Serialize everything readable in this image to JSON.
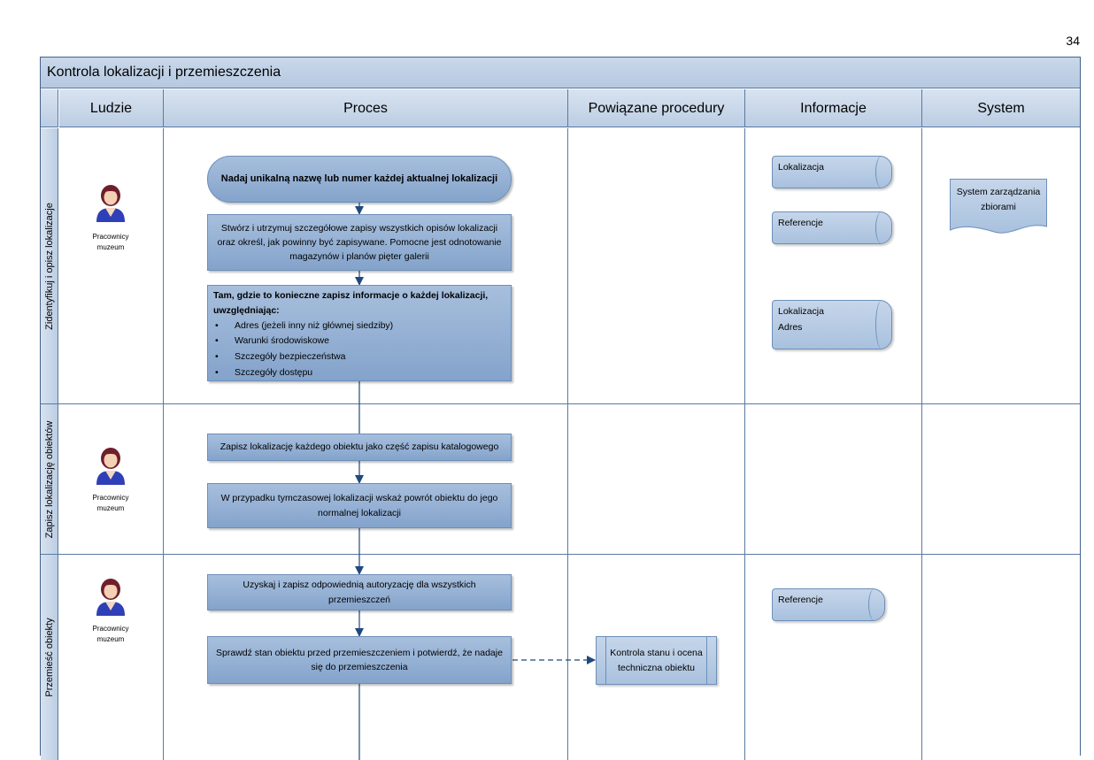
{
  "page_number": "34",
  "title": "Kontrola lokalizacji i przemieszczenia",
  "columns": [
    "Ludzie",
    "Proces",
    "Powiązane procedury",
    "Informacje",
    "System"
  ],
  "lanes": [
    "Zidentyfikuj i opisz lokalizacje",
    "Zapisz lokalizację obiektów",
    "Przemieść obiekty"
  ],
  "people": {
    "label_line1": "Pracownicy",
    "label_line2": "muzeum",
    "icon": "person-icon"
  },
  "process": {
    "start": "Nadaj unikalną nazwę lub numer każdej aktualnej lokalizacji",
    "step2": "Stwórz i utrzymuj szczegółowe zapisy wszystkich opisów lokalizacji oraz określ, jak powinny być zapisywane. Pomocne jest odnotowanie magazynów i planów pięter galerii",
    "step3_head": "Tam, gdzie to konieczne zapisz informacje o każdej lokalizacji, uwzględniając:",
    "step3_items": [
      "Adres (jeżeli inny niż głównej siedziby)",
      "Warunki środowiskowe",
      "Szczegóły bezpieczeństwa",
      "Szczegóły dostępu"
    ],
    "step4": "Zapisz lokalizację każdego obiektu jako część zapisu katalogowego",
    "step5": "W przypadku tymczasowej lokalizacji wskaż powrót obiektu do jego normalnej lokalizacji",
    "step6": "Uzyskaj i zapisz odpowiednią autoryzację dla wszystkich przemieszczeń",
    "step7": "Sprawdź stan obiektu przed przemieszczeniem i potwierdź, że nadaje się do przemieszczenia"
  },
  "procedures": {
    "stan": "Kontrola stanu i ocena techniczna obiektu"
  },
  "information": {
    "lokalizacja": "Lokalizacja",
    "referencje": "Referencje",
    "lokalizacja2_line1": "Lokalizacja",
    "lokalizacja2_line2": "Adres",
    "referencje2": "Referencje"
  },
  "system": {
    "zbiory": "System zarządzania zbiorami"
  }
}
